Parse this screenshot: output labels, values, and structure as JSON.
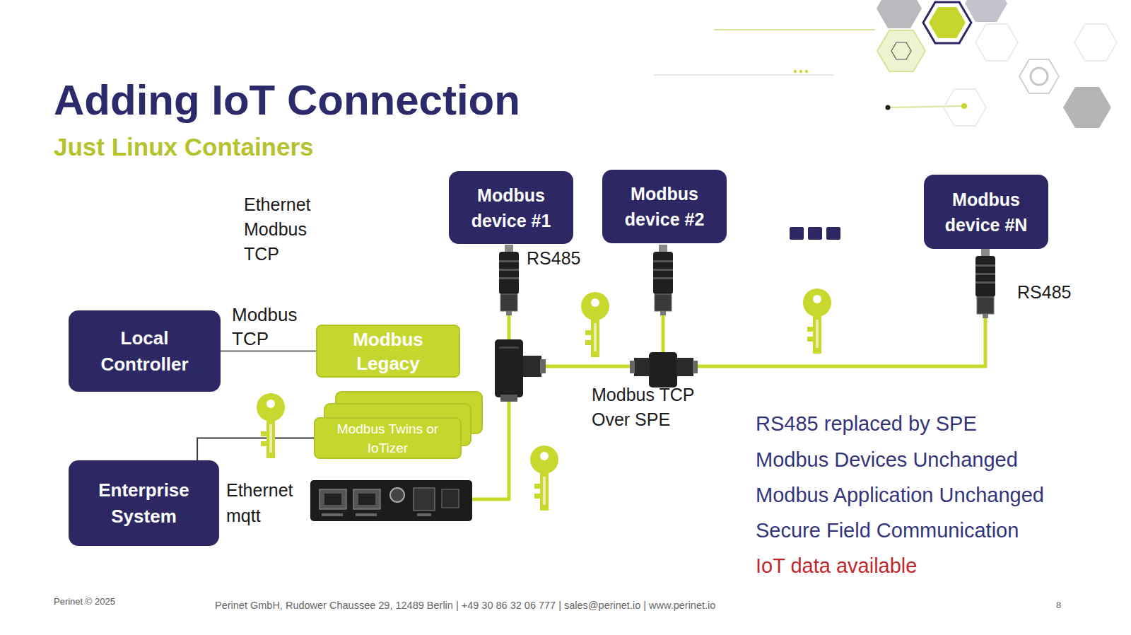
{
  "diagram": {
    "title": "Adding IoT Connection",
    "nodes": [
      {
        "text": [
          "Modbus device #1"
        ]
      },
      {
        "text": [
          "Modbus device #2"
        ]
      },
      {
        "text": [
          "Modbus device #N"
        ]
      },
      {
        "text": [
          "Local Controller"
        ]
      },
      {
        "text": [
          "Modbus Legacy"
        ]
      },
      {
        "text": [
          "Modbus Twins or IoTizer"
        ]
      },
      {
        "text": [
          "Enterprise System"
        ]
      }
    ],
    "edges": [
      {
        "from": 3,
        "to": 4,
        "label": "Modbus TCP",
        "arrow": "none"
      },
      {
        "from": 6,
        "to": 5,
        "arrow": "none"
      }
    ],
    "labels": [
      "Just Linux Containers",
      "Ethernet Modbus TCP",
      "RS485",
      "RS485",
      "Modbus TCP Over SPE",
      "Ethernet mqtt",
      "RS485 replaced by SPE",
      "Modbus Devices Unchanged",
      "Modbus Application Unchanged",
      "Secure Field Communication",
      "IoT data available",
      "Perinet © 2025",
      "Perinet GmbH, Rudower Chaussee 29, 12489 Berlin | +49 30 86 32 06 777 | sales@perinet.io | www.perinet.io",
      "8"
    ]
  }
}
